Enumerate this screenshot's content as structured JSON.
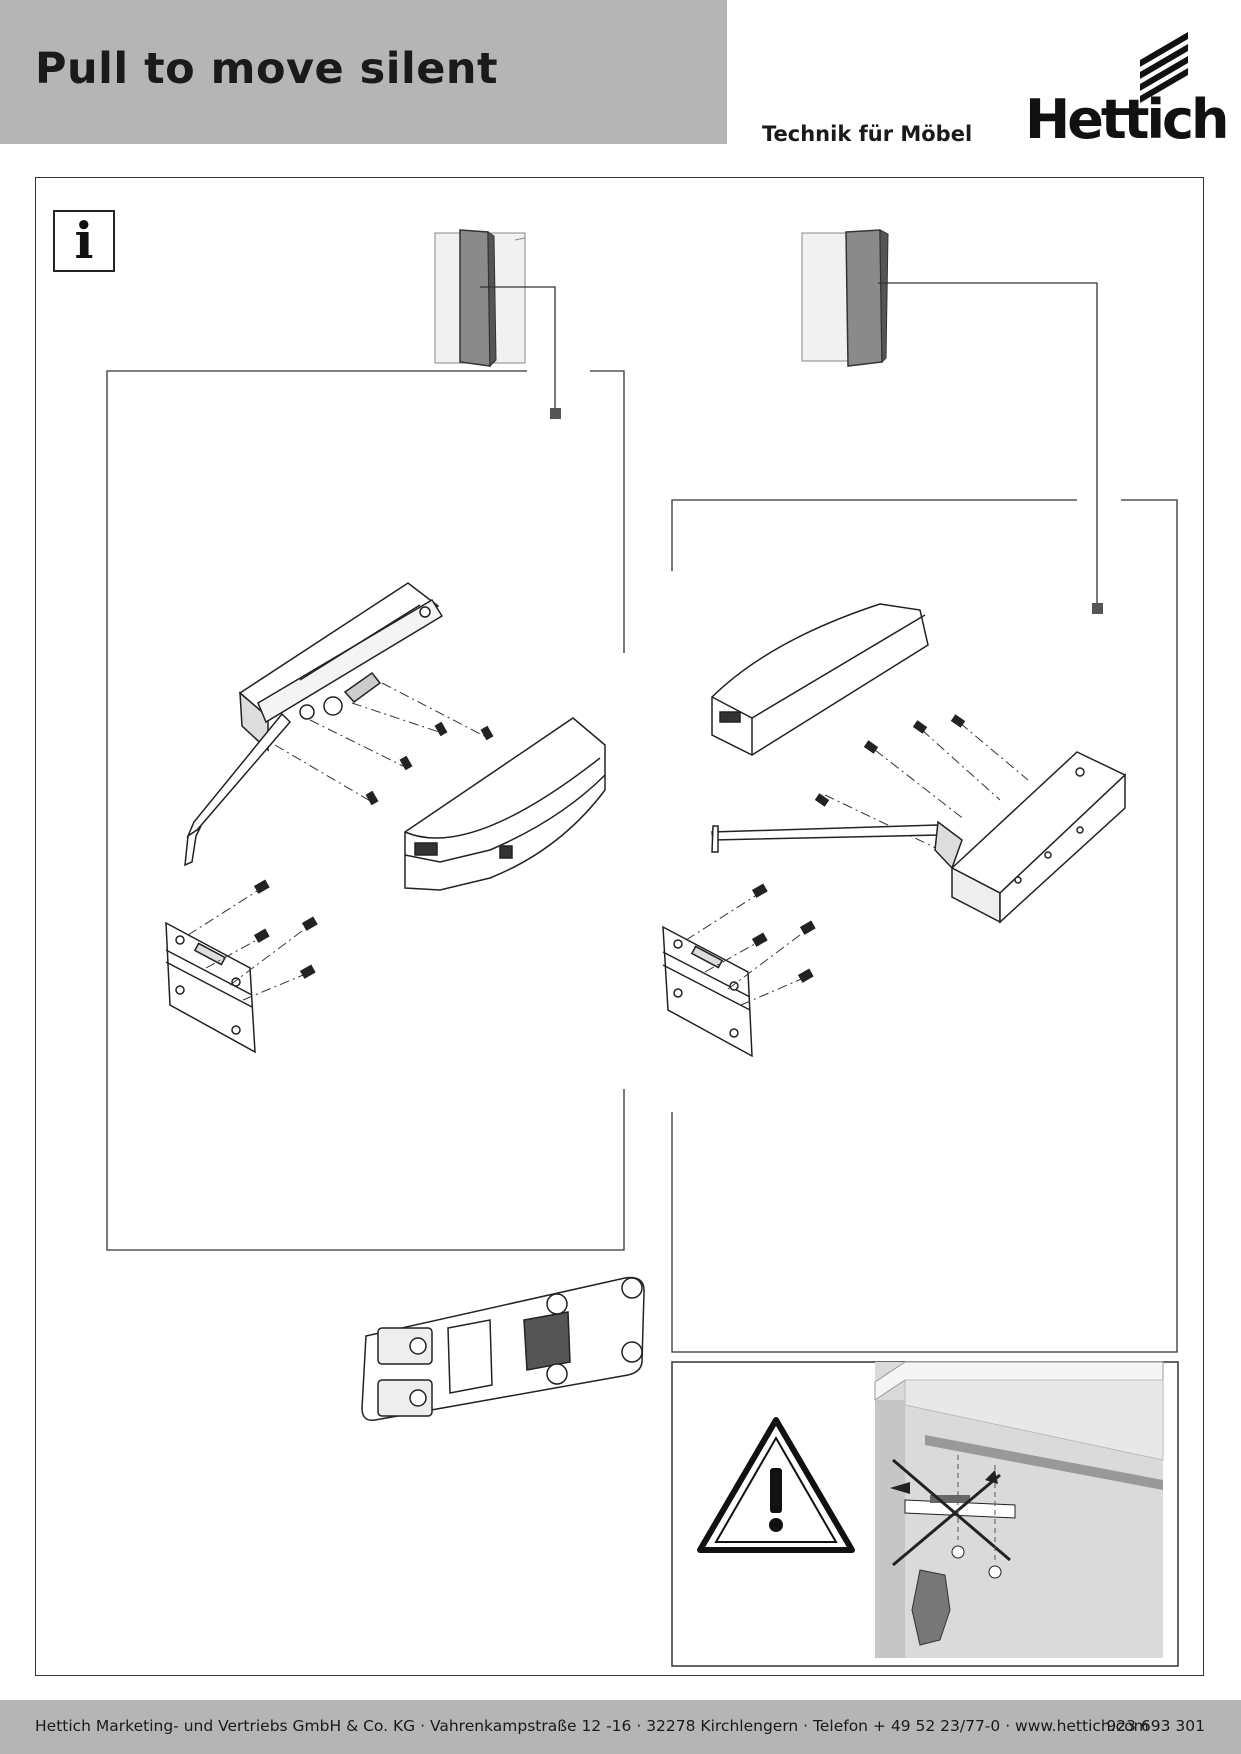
{
  "header": {
    "title": "Pull to move silent",
    "tagline": "Technik für Möbel",
    "brand_name": "Hettich"
  },
  "info_box": {
    "symbol": "i",
    "icon": "info-icon"
  },
  "warning": {
    "icon": "warning-triangle-icon"
  },
  "footer": {
    "address": "Hettich Marketing- und Vertriebs GmbH & Co. KG · Vahrenkampstraße 12 -16 · 32278 Kirchlengern · Telefon + 49 52 23/77-0 · www.hettich.com",
    "document_number": "923 693 301"
  },
  "colors": {
    "header_gray": "#b5b5b5",
    "line_dark": "#333333",
    "door_gray": "#8a8a8a",
    "cabinet_light": "#e0e0e0"
  }
}
